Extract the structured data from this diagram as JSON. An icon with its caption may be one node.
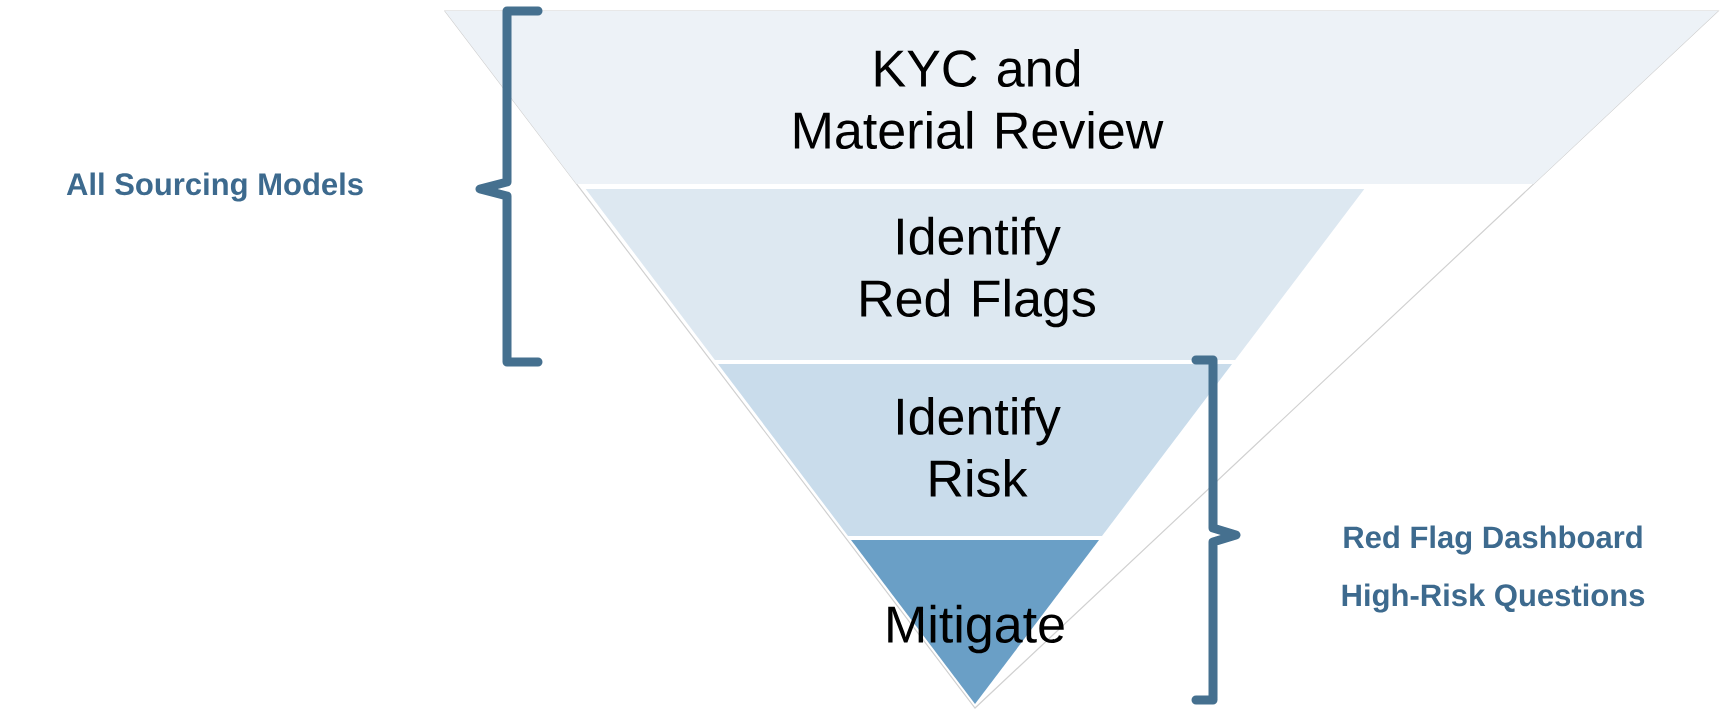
{
  "diagram": {
    "nodes": [
      {
        "text": [
          "KYC and Material Review"
        ]
      },
      {
        "text": [
          "Identify Red Flags"
        ]
      },
      {
        "text": [
          "Identify Risk"
        ]
      },
      {
        "text": [
          "Mitigate"
        ]
      }
    ],
    "labels": [
      "All Sourcing  Models",
      "Red Flag Dashboard",
      "High-Risk Questions"
    ]
  }
}
